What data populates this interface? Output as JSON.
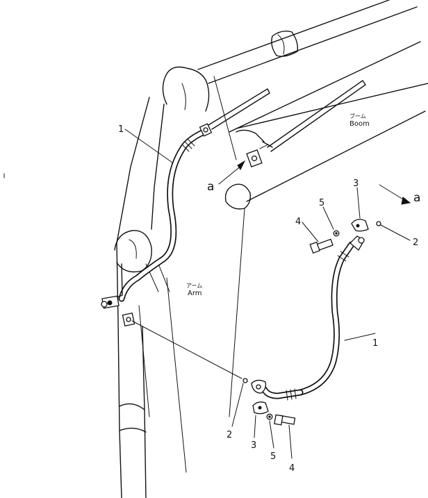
{
  "labels": {
    "boom_jp": "ブーム",
    "boom_en": "Boom",
    "arm_jp": "アーム",
    "arm_en": "Arm"
  },
  "callouts": {
    "ref_a_main": "a",
    "ref_a_detail": "a",
    "item_1_main": "1",
    "item_1_detail": "1",
    "item_2_top": "2",
    "item_2_bottom": "2",
    "item_3_top": "3",
    "item_3_bottom": "3",
    "item_4_top": "4",
    "item_4_bottom": "4",
    "item_5_top": "5",
    "item_5_bottom": "5"
  }
}
